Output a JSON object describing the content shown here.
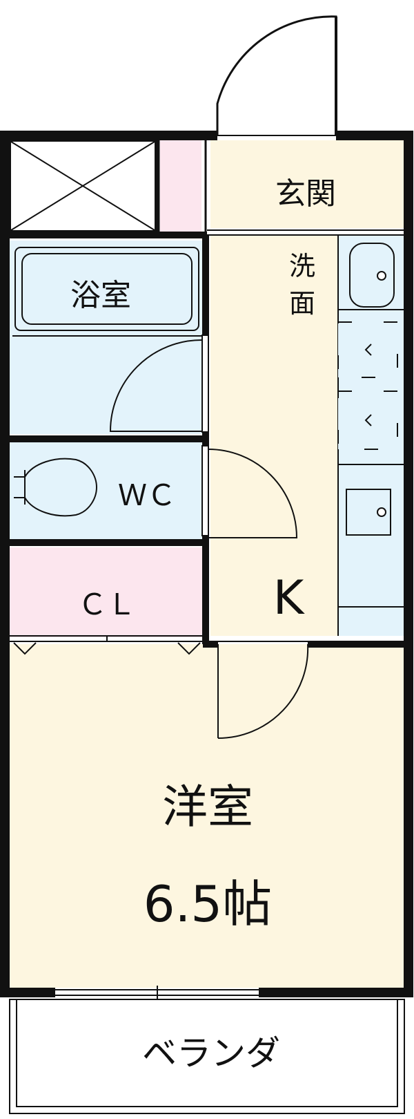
{
  "rooms": {
    "entrance": "玄関",
    "bath": "浴室",
    "washroom_line1": "洗",
    "washroom_line2": "面",
    "toilet": "ＷＣ",
    "closet": "ＣＬ",
    "kitchen": "K",
    "western_room": "洋室",
    "western_size": "6.5帖",
    "veranda": "ベランダ"
  },
  "colors": {
    "wall": "#111111",
    "cream": "#fdf6e0",
    "light_blue": "#e3f3fb",
    "pink": "#fce6ee"
  }
}
